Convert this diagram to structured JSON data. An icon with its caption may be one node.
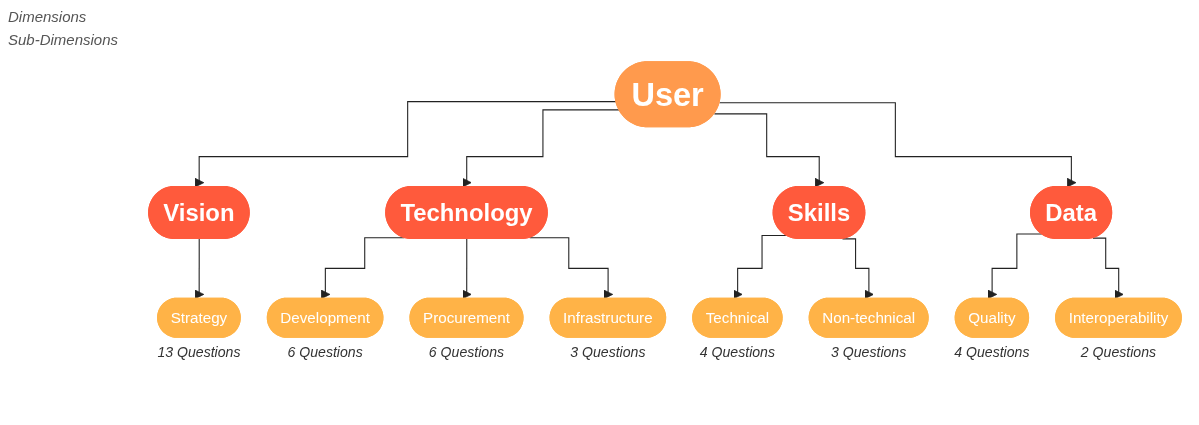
{
  "diagram": {
    "nodes": [
      {
        "text": [
          "User"
        ]
      },
      {
        "text": [
          "Vision"
        ]
      },
      {
        "text": [
          "Technology"
        ]
      },
      {
        "text": [
          "Skills"
        ]
      },
      {
        "text": [
          "Data"
        ]
      },
      {
        "text": [
          "Strategy"
        ],
        "beside": [
          "13 Questions"
        ]
      },
      {
        "text": [
          "Development"
        ],
        "beside": [
          "6 Questions"
        ]
      },
      {
        "text": [
          "Procurement"
        ],
        "beside": [
          "6 Questions"
        ]
      },
      {
        "text": [
          "Infrastructure"
        ],
        "beside": [
          "3 Questions"
        ]
      },
      {
        "text": [
          "Technical"
        ],
        "beside": [
          "4 Questions"
        ]
      },
      {
        "text": [
          "Non-technical"
        ],
        "beside": [
          "3 Questions"
        ]
      },
      {
        "text": [
          "Quality"
        ],
        "beside": [
          "4 Questions"
        ]
      },
      {
        "text": [
          "Interoperability"
        ],
        "beside": [
          "2 Questions"
        ]
      }
    ],
    "edges": [
      {
        "from": 0,
        "to": 1,
        "arrow": "to"
      },
      {
        "from": 0,
        "to": 2,
        "arrow": "to"
      },
      {
        "from": 0,
        "to": 3,
        "arrow": "to"
      },
      {
        "from": 0,
        "to": 4,
        "arrow": "to"
      },
      {
        "from": 1,
        "to": 5,
        "arrow": "to"
      },
      {
        "from": 2,
        "to": 6,
        "arrow": "to"
      },
      {
        "from": 2,
        "to": 7,
        "arrow": "to"
      },
      {
        "from": 2,
        "to": 8,
        "arrow": "to"
      },
      {
        "from": 3,
        "to": 9,
        "arrow": "to"
      },
      {
        "from": 3,
        "to": 10,
        "arrow": "to"
      },
      {
        "from": 4,
        "to": 11,
        "arrow": "to"
      },
      {
        "from": 4,
        "to": 12,
        "arrow": "to"
      }
    ],
    "labels": [
      "Dimensions",
      "Sub-Dimensions"
    ]
  }
}
